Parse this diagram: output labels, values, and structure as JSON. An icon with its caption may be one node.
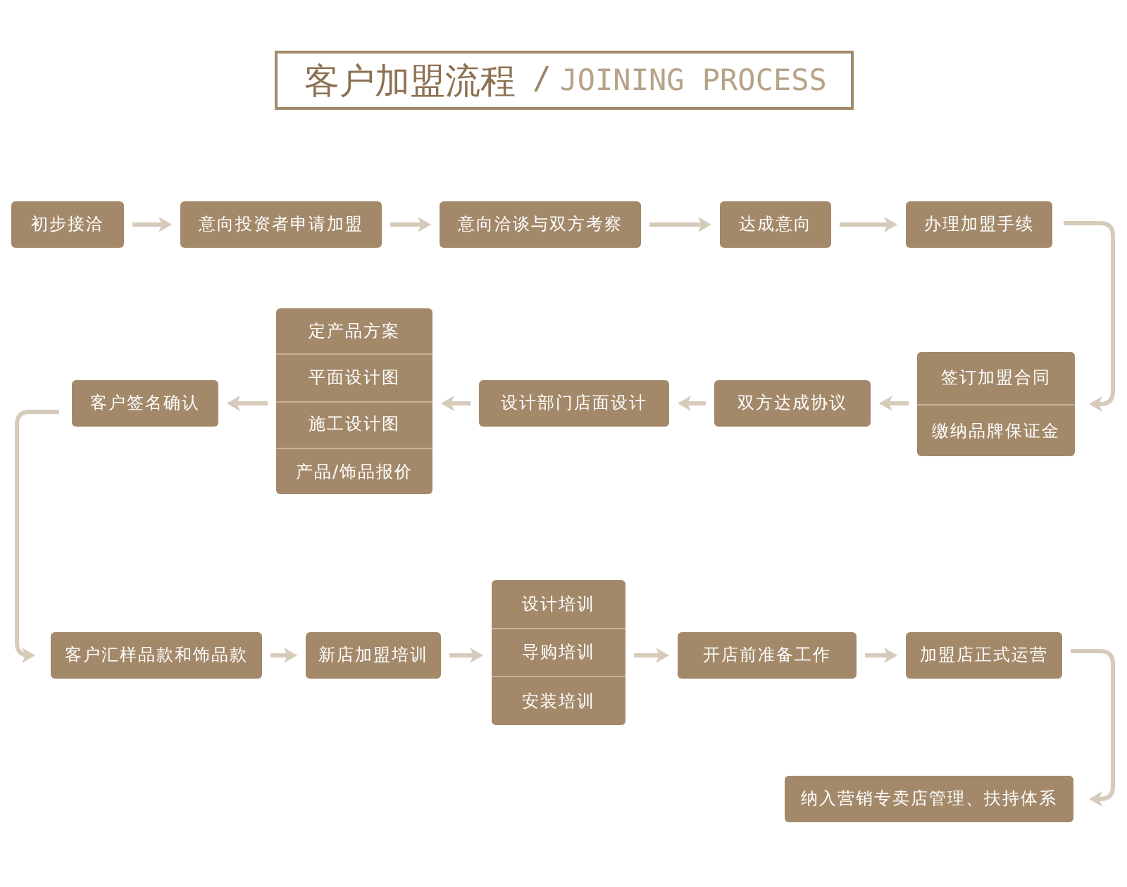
{
  "diagram": {
    "title": "客户加盟流程",
    "nodes": [
      {
        "text": [
          "初步接洽"
        ]
      },
      {
        "text": [
          "意向投资者申请加盟"
        ]
      },
      {
        "text": [
          "意向洽谈与双方考察"
        ]
      },
      {
        "text": [
          "达成意向"
        ]
      },
      {
        "text": [
          "办理加盟手续"
        ]
      },
      {
        "text": [
          "签订加盟合同",
          "缴纳品牌保证金"
        ]
      },
      {
        "text": [
          "双方达成协议"
        ]
      },
      {
        "text": [
          "设计部门店面设计"
        ]
      },
      {
        "text": [
          "定产品方案",
          "平面设计图",
          "施工设计图",
          "产品/饰品报价"
        ]
      },
      {
        "text": [
          "客户签名确认"
        ]
      },
      {
        "text": [
          "客户汇样品款和饰品款"
        ]
      },
      {
        "text": [
          "新店加盟培训"
        ]
      },
      {
        "text": [
          "设计培训",
          "导购培训",
          "安装培训"
        ]
      },
      {
        "text": [
          "开店前准备工作"
        ]
      },
      {
        "text": [
          "加盟店正式运营"
        ]
      },
      {
        "text": [
          "纳入营销专卖店管理、扶持体系"
        ]
      }
    ],
    "edges": [
      {
        "from": 0,
        "to": 1,
        "arrow": "to"
      },
      {
        "from": 1,
        "to": 2,
        "arrow": "to"
      },
      {
        "from": 2,
        "to": 3,
        "arrow": "to"
      },
      {
        "from": 3,
        "to": 4,
        "arrow": "to"
      },
      {
        "from": 4,
        "to": 5,
        "arrow": "to"
      },
      {
        "from": 5,
        "to": 6,
        "arrow": "to"
      },
      {
        "from": 6,
        "to": 7,
        "arrow": "to"
      },
      {
        "from": 7,
        "to": 8,
        "arrow": "to"
      },
      {
        "from": 8,
        "to": 9,
        "arrow": "to"
      },
      {
        "from": 9,
        "to": 10,
        "arrow": "to"
      },
      {
        "from": 10,
        "to": 11,
        "arrow": "to"
      },
      {
        "from": 11,
        "to": 12,
        "arrow": "to"
      },
      {
        "from": 12,
        "to": 13,
        "arrow": "to"
      },
      {
        "from": 13,
        "to": 14,
        "arrow": "to"
      },
      {
        "from": 14,
        "to": 15,
        "arrow": "to"
      }
    ],
    "labels": [
      "/",
      "JOINING PROCESS"
    ]
  }
}
